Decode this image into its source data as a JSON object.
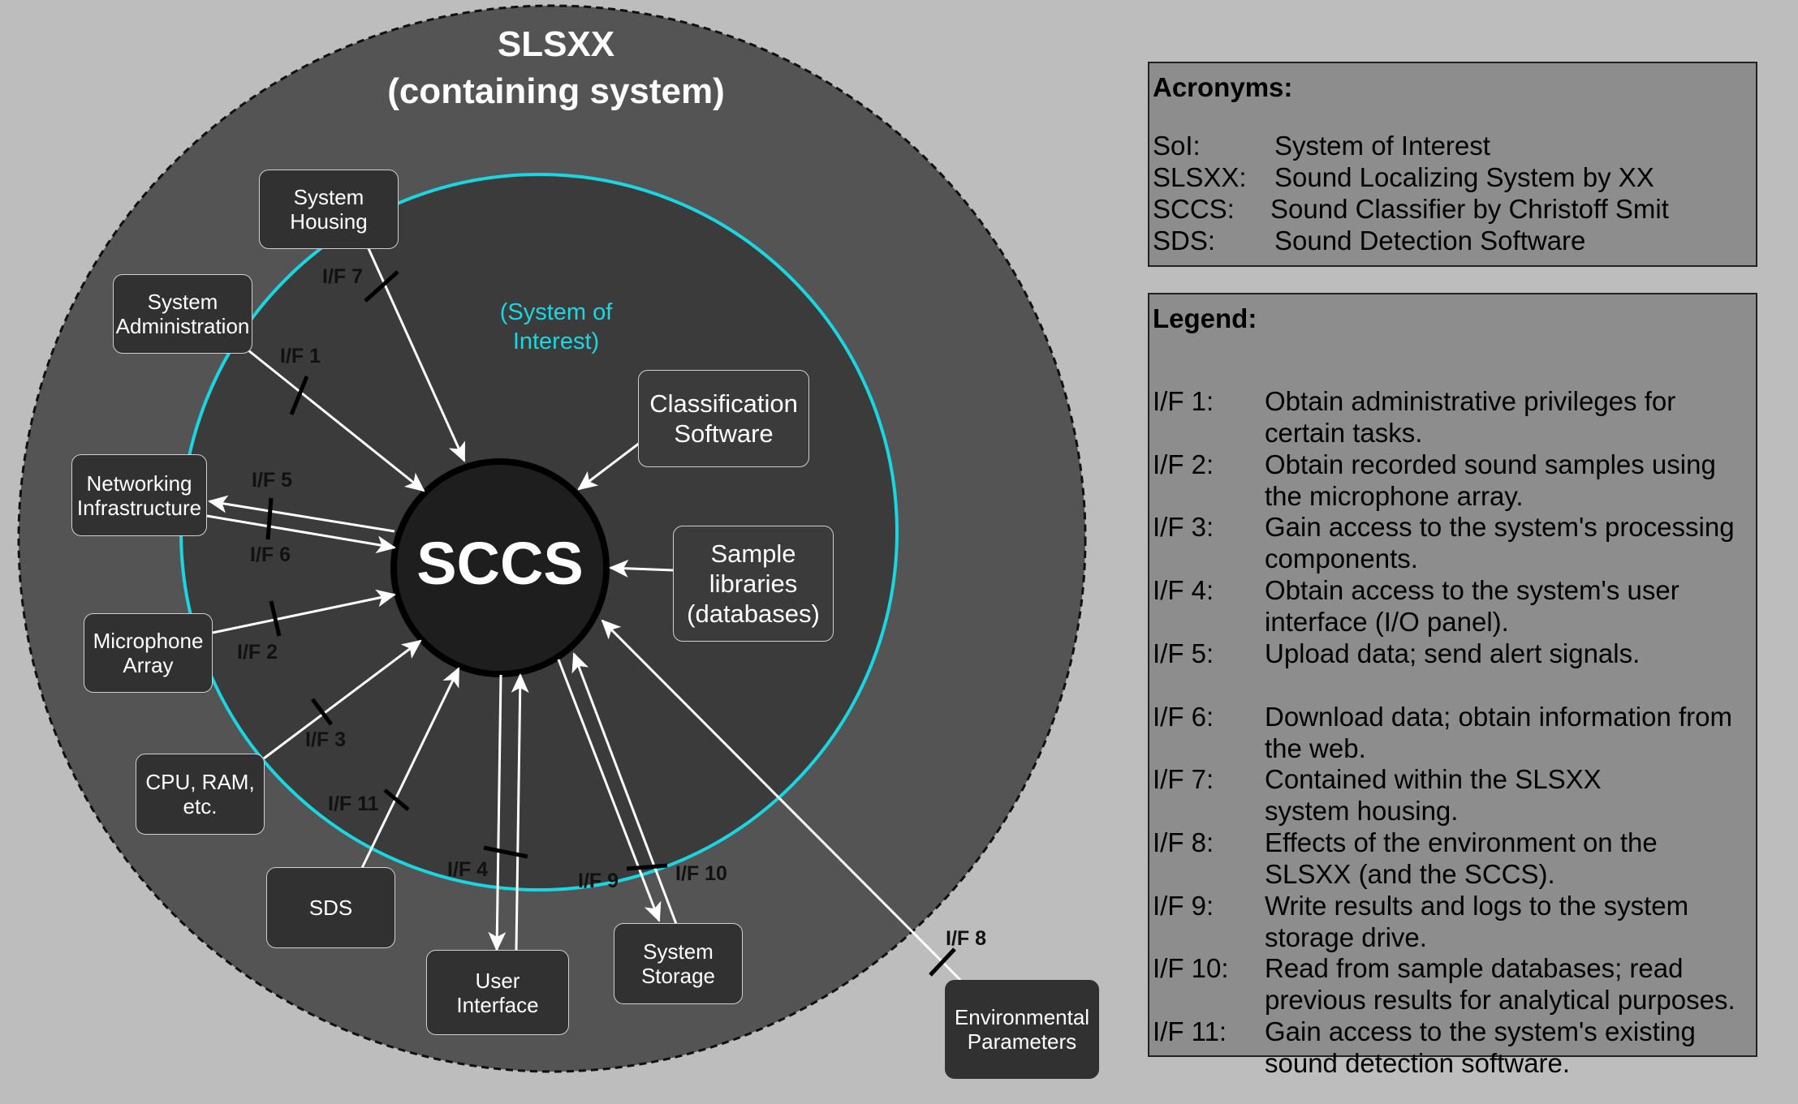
{
  "diagram": {
    "containing_title_line1": "SLSXX",
    "containing_title_line2": "(containing system)",
    "soi_line1": "(System of",
    "soi_line2": "Interest)",
    "center": "SCCS",
    "colors": {
      "background": "#bdbdbd",
      "outer_circle": "#545454",
      "inner_circle": "#3b3b3b",
      "soi_ring": "#19d6e0",
      "arrow": "#ffffff"
    },
    "outer_boxes": {
      "system_housing": [
        "System",
        "Housing"
      ],
      "system_administration": [
        "System",
        "Administration"
      ],
      "networking_infrastructure": [
        "Networking",
        "Infrastructure"
      ],
      "microphone_array": [
        "Microphone",
        "Array"
      ],
      "cpu_ram": [
        "CPU, RAM,",
        "etc."
      ],
      "sds": [
        "SDS"
      ],
      "user_interface": [
        "User Interface"
      ],
      "system_storage": [
        "System",
        "Storage"
      ],
      "environmental_parameters": [
        "Environmental",
        "Parameters"
      ]
    },
    "inner_boxes": {
      "classification_software": [
        "Classification",
        "Software"
      ],
      "sample_libraries": [
        "Sample",
        "libraries",
        "(databases)"
      ]
    },
    "interfaces": {
      "if1": "I/F 1",
      "if2": "I/F 2",
      "if3": "I/F 3",
      "if4": "I/F 4",
      "if5": "I/F 5",
      "if6": "I/F 6",
      "if7": "I/F 7",
      "if8": "I/F 8",
      "if9": "I/F 9",
      "if10": "I/F 10",
      "if11": "I/F 11"
    }
  },
  "acronyms": {
    "title": "Acronyms:",
    "items": [
      {
        "key": "SoI:",
        "value": "System of Interest"
      },
      {
        "key": "SLSXX:",
        "value": "Sound Localizing System by XX"
      },
      {
        "key": "SCCS:",
        "value": "Sound Classifier by Christoff Smit"
      },
      {
        "key": "SDS:",
        "value": "Sound Detection Software"
      }
    ]
  },
  "legend": {
    "title": "Legend:",
    "items": [
      {
        "key": "I/F 1:",
        "line1": "Obtain administrative privileges for",
        "line2": "certain tasks."
      },
      {
        "key": "I/F 2:",
        "line1": "Obtain recorded sound samples using",
        "line2": "the microphone array."
      },
      {
        "key": "I/F 3:",
        "line1": "Gain access to the system's processing",
        "line2": "components."
      },
      {
        "key": "I/F 4:",
        "line1": "Obtain access to the system's user",
        "line2": "interface (I/O panel)."
      },
      {
        "key": "I/F 5:",
        "line1": "Upload data; send alert signals.",
        "line2": ""
      },
      {
        "key": "I/F 6:",
        "line1": "Download data; obtain information from",
        "line2": "the web."
      },
      {
        "key": "I/F 7:",
        "line1": "Contained within the SLSXX",
        "line2": "system housing."
      },
      {
        "key": "I/F 8:",
        "line1": "Effects of the environment on the",
        "line2": "SLSXX (and the SCCS)."
      },
      {
        "key": "I/F 9:",
        "line1": "Write results and logs to the system",
        "line2": "storage drive."
      },
      {
        "key": "I/F 10:",
        "line1": "Read from sample databases; read",
        "line2": "previous results for analytical purposes."
      },
      {
        "key": "I/F 11:",
        "line1": "Gain access to the system's existing",
        "line2": "sound detection software."
      }
    ]
  }
}
